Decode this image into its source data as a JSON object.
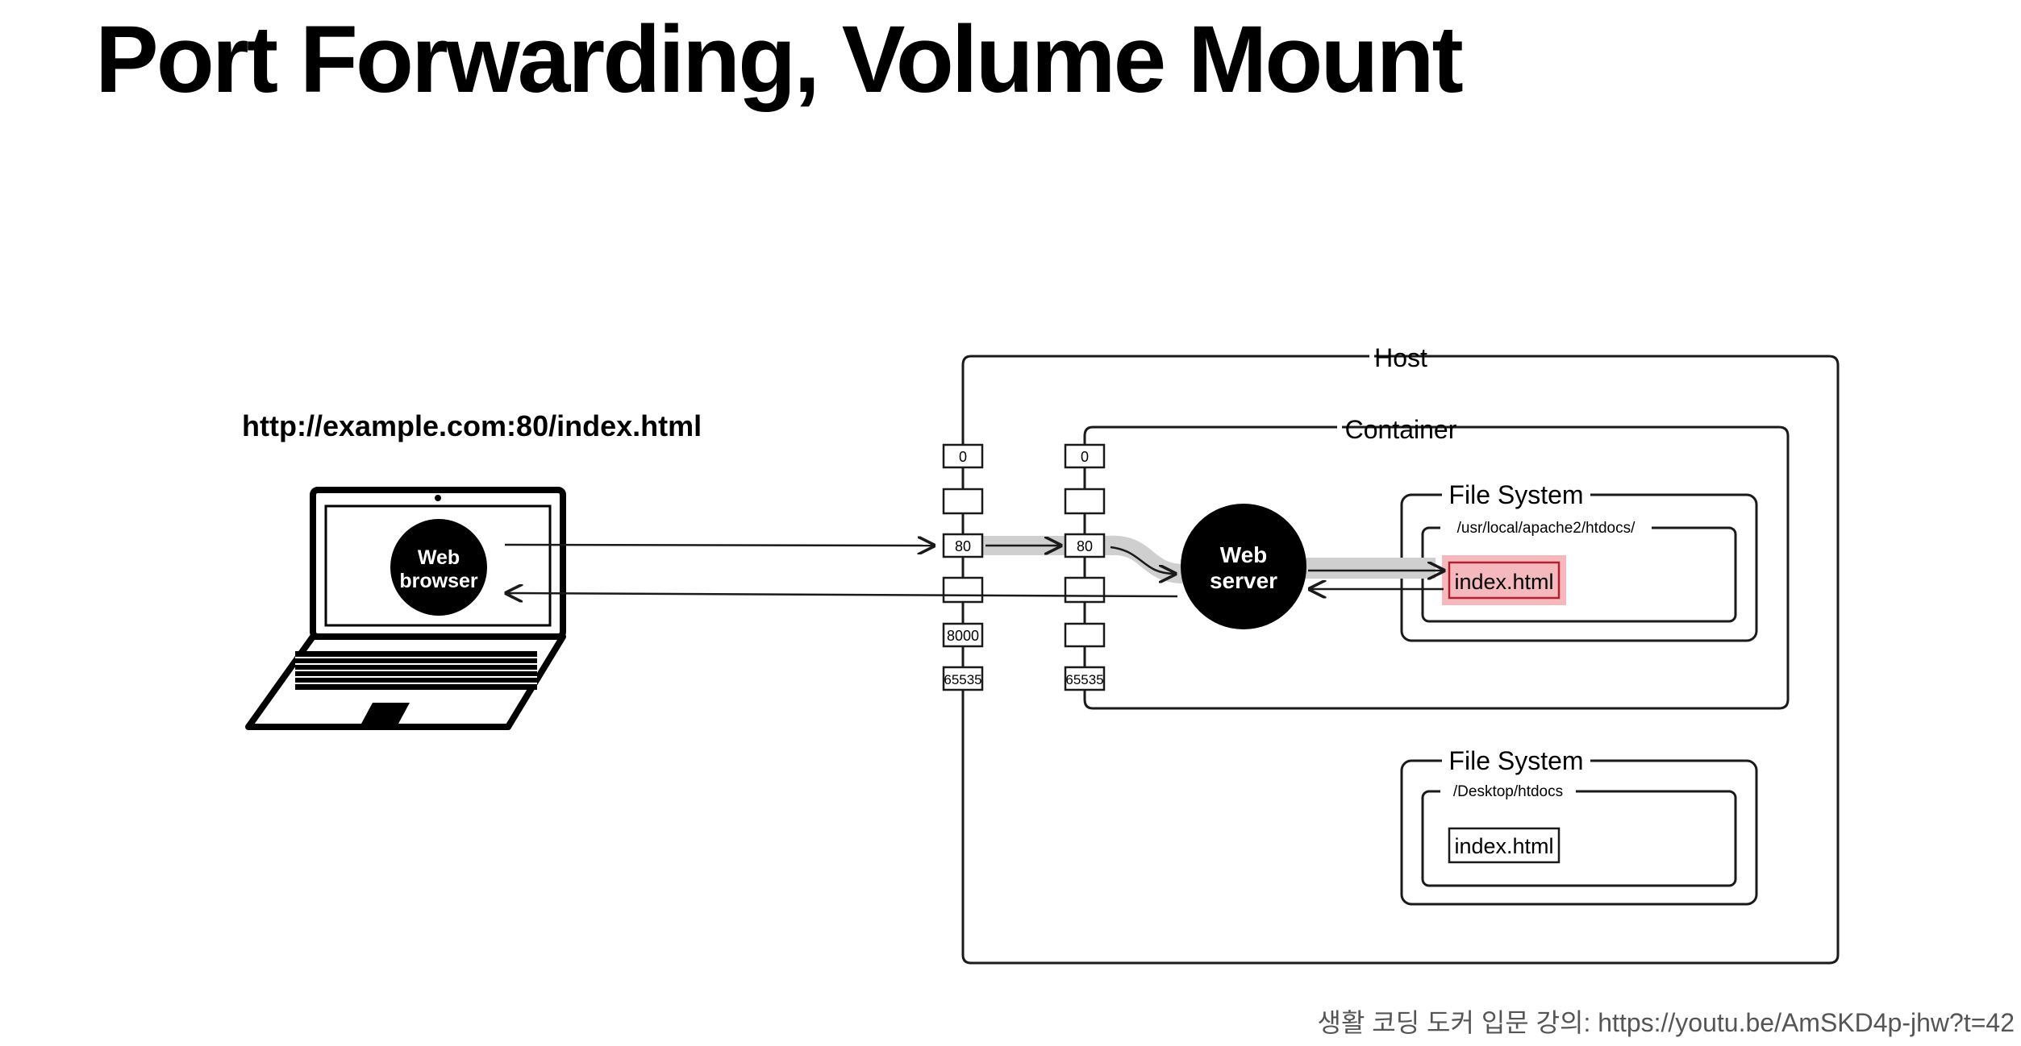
{
  "title": "Port Forwarding, Volume Mount",
  "request_url": "http://example.com:80/index.html",
  "credit": "생활 코딩 도커 입문 강의: https://youtu.be/AmSKD4p-jhw?t=42",
  "laptop": {
    "label_line1": "Web",
    "label_line2": "browser"
  },
  "host": {
    "label": "Host",
    "ports": [
      "0",
      "",
      "80",
      "",
      "8000",
      "65535"
    ],
    "file_system": {
      "label": "File System",
      "path": "/Desktop/htdocs",
      "file": "index.html"
    }
  },
  "container": {
    "label": "Container",
    "ports": [
      "0",
      "",
      "80",
      "",
      "",
      "65535"
    ],
    "server": {
      "label_line1": "Web",
      "label_line2": "server"
    },
    "file_system": {
      "label": "File System",
      "path": "/usr/local/apache2/htdocs/",
      "file": "index.html"
    }
  },
  "colors": {
    "stroke": "#1a1a1a",
    "highlight_fill": "#f4b8bd",
    "highlight_border": "#b3202c",
    "flow_band": "#cfcfcf",
    "credit_text": "#555555"
  }
}
